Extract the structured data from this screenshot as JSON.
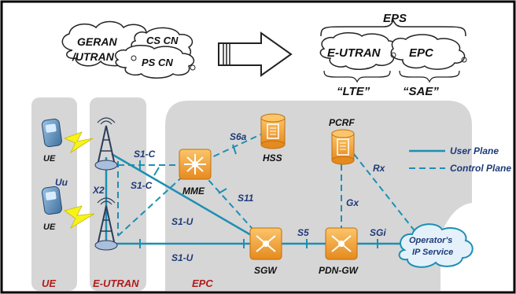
{
  "diagram": {
    "top": {
      "old_cloud": {
        "geran_utran": [
          "GERAN",
          "/UTRAN"
        ],
        "cs_cn": "CS CN",
        "ps_cn": "PS CN"
      },
      "eps_label": "EPS",
      "new_cloud": {
        "eutran": "E-UTRAN",
        "epc": "EPC"
      },
      "lte_quote": "“LTE”",
      "sae_quote": "“SAE”"
    },
    "zones": {
      "ue": "UE",
      "eutran": "E-UTRAN",
      "epc": "EPC"
    },
    "devices": {
      "ue_top": "UE",
      "ue_bottom": "UE"
    },
    "nodes": {
      "mme": "MME",
      "hss": "HSS",
      "sgw": "SGW",
      "pdngw": "PDN-GW",
      "pcrf": "PCRF",
      "operator_cloud": [
        "Operator's",
        "IP Service"
      ]
    },
    "interfaces": {
      "uu": "Uu",
      "x2": "X2",
      "s1c_top": "S1-C",
      "s1c_bottom": "S1-C",
      "s1u_mid": "S1-U",
      "s1u_bottom": "S1-U",
      "s6a": "S6a",
      "s11": "S11",
      "s5": "S5",
      "sgi": "SGi",
      "rx": "Rx",
      "gx": "Gx"
    },
    "legend": {
      "user_plane": "User Plane",
      "control_plane": "Control Plane"
    },
    "colors": {
      "line": "#1d8fb3",
      "node": "#f2a33a",
      "zone_bg": "#d6d6d6",
      "zone_label": "#b01c1c",
      "text": "#1e3a78"
    }
  }
}
